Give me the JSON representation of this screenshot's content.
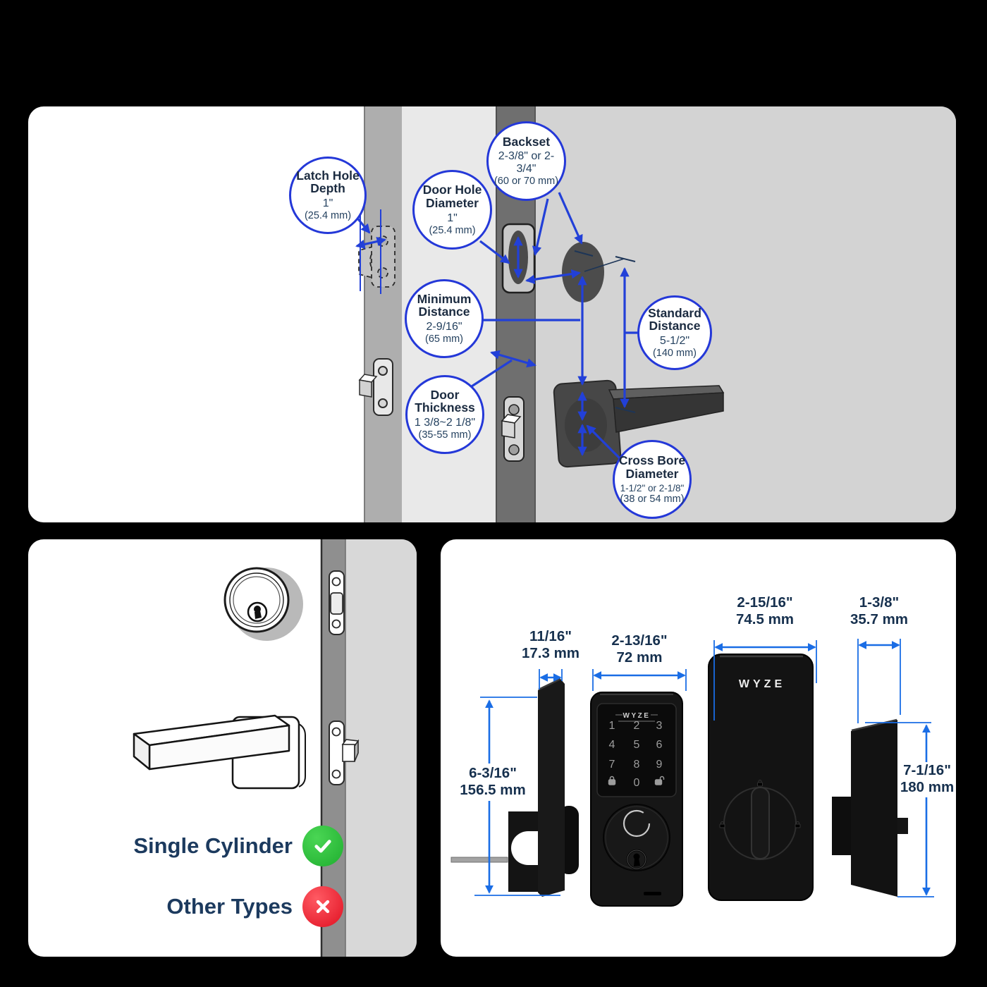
{
  "colors": {
    "background": "#000000",
    "callout_blue": "#2438d8",
    "arrow_blue_top": "#2240d8",
    "arrow_blue_dims": "#1a6de5",
    "navy_text": "#16304e",
    "check_green": "#2fbf3a",
    "cross_red": "#ef1d2f"
  },
  "top_panel": {
    "callouts": [
      {
        "title": "Latch Hole Depth",
        "value": "1\"",
        "metric": "(25.4 mm)"
      },
      {
        "title": "Door Hole Diameter",
        "value": "1\"",
        "metric": "(25.4 mm)"
      },
      {
        "title": "Backset",
        "value": "2-3/8\" or 2-3/4\"",
        "metric": "(60 or 70 mm)"
      },
      {
        "title": "Minimum Distance",
        "value": "2-9/16\"",
        "metric": "(65 mm)"
      },
      {
        "title": "Standard Distance",
        "value": "5-1/2\"",
        "metric": "(140 mm)"
      },
      {
        "title": "Door Thickness",
        "value": "1 3/8~2 1/8\"",
        "metric": "(35-55 mm)"
      },
      {
        "title": "Cross Bore Diameter",
        "value": "1-1/2\" or 2-1/8\"",
        "metric": "(38 or 54 mm)"
      }
    ]
  },
  "compatibility": {
    "items": [
      {
        "label": "Single Cylinder",
        "status": "supported"
      },
      {
        "label": "Other Types",
        "status": "not-supported"
      }
    ]
  },
  "dimensions_panel": {
    "brand": "WYZE",
    "keypad_digits": [
      "1",
      "2",
      "3",
      "4",
      "5",
      "6",
      "7",
      "8",
      "9",
      "0"
    ],
    "labels": {
      "keypad_depth_in": "11/16\"",
      "keypad_depth_mm": "17.3 mm",
      "keypad_width_in": "2-13/16\"",
      "keypad_width_mm": "72 mm",
      "keypad_height_in": "6-3/16\"",
      "keypad_height_mm": "156.5 mm",
      "interior_width_in": "2-15/16\"",
      "interior_width_mm": "74.5 mm",
      "interior_depth_in": "1-3/8\"",
      "interior_depth_mm": "35.7 mm",
      "interior_height_in": "7-1/16\"",
      "interior_height_mm": "180 mm"
    }
  }
}
